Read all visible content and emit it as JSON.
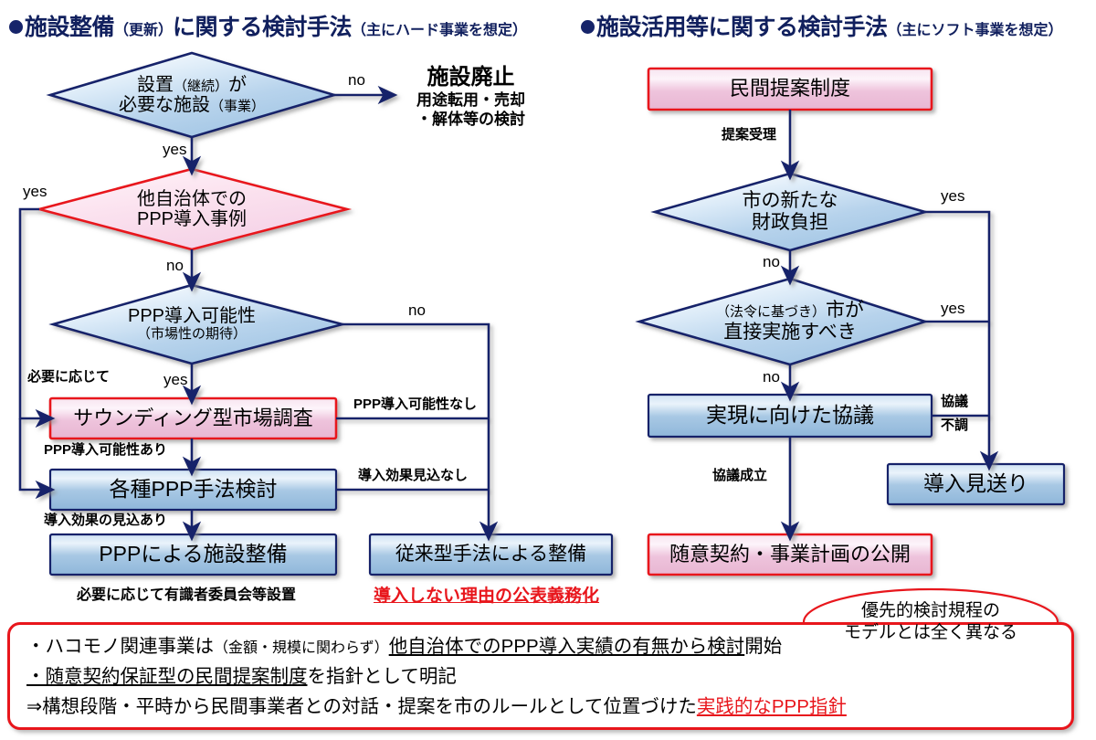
{
  "headers": {
    "left": {
      "main": "施設整備",
      "paren1": "（更新）",
      "main2": "に関する検討手法",
      "sub": "（主にハード事業を想定）"
    },
    "right": {
      "main": "施設活用等に関する検討手法",
      "sub": "（主にソフト事業を想定）"
    }
  },
  "left_flow": {
    "d1": {
      "line1": "設置",
      "paren": "（継続）",
      "line1b": "が",
      "line2": "必要な施設",
      "paren2": "（事業）"
    },
    "d2": {
      "line1": "他自治体での",
      "line2": "PPP導入事例"
    },
    "d3": {
      "line1": "PPP導入可能性",
      "line2": "（市場性の期待）"
    },
    "b1": "サウンディング型市場調査",
    "b2": "各種PPP手法検討",
    "b3": "PPPによる施設整備",
    "b4": "従来型手法による整備",
    "terminal": {
      "title": "施設廃止",
      "line1": "用途転用・売却",
      "line2": "・解体等の検討"
    },
    "notes": {
      "under_b3": "必要に応じて有識者委員会等設置",
      "under_b4": "導入しない理由の公表義務化"
    },
    "edges": {
      "no1": "no",
      "yes1": "yes",
      "yes2": "yes",
      "no2": "no",
      "no3": "no",
      "yes3": "yes",
      "as_needed": "必要に応じて",
      "ppp_possible": "PPP導入可能性あり",
      "ppp_none": "PPP導入可能性なし",
      "effect_expected": "導入効果の見込あり",
      "effect_none": "導入効果見込なし"
    }
  },
  "right_flow": {
    "b1": "民間提案制度",
    "d1": {
      "line1": "市の新たな",
      "line2": "財政負担"
    },
    "d2": {
      "paren": "（法令に基づき）",
      "line1b": "市が",
      "line2": "直接実施すべき"
    },
    "b2": "実現に向けた協議",
    "b3": "導入見送り",
    "b4": "随意契約・事業計画の公開",
    "edges": {
      "accept": "提案受理",
      "yes1": "yes",
      "no1": "no",
      "yes2": "yes",
      "no2": "no",
      "fail1": "協議",
      "fail2": "不調",
      "agreed": "協議成立"
    }
  },
  "summary": {
    "line1_a": "・ハコモノ関連事業は",
    "line1_paren": "（金額・規模に関わらず）",
    "line1_u": "他自治体でのPPP導入実績の有無から検討",
    "line1_end": "開始",
    "line2_u": "・随意契約保証型の民間提案制度",
    "line2_end": "を指針として明記",
    "line3_a": "⇒構想段階・平時から民間事業者との対話・提案を市のルールとして位置づけた",
    "line3_u": "実践的なPPP指針"
  },
  "callout": {
    "line1": "優先的検討規程の",
    "line2": "モデルとは全く異なる"
  },
  "colors": {
    "navy": "#16246a",
    "red": "#e8161c",
    "blue_fill_light": "#e3eef9",
    "blue_fill_mid": "#a9c9e6",
    "pink_fill": "#f6dcec",
    "header_navy": "#11205e"
  }
}
